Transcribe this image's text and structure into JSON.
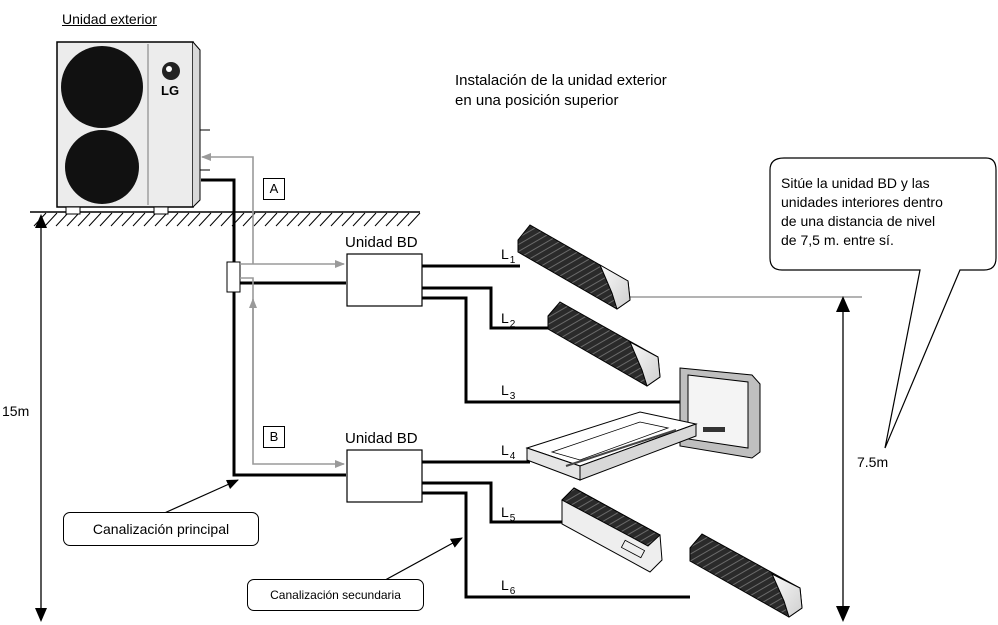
{
  "labels": {
    "outdoor_unit": "Unidad exterior",
    "installation_line1": "Instalación de la unidad exterior",
    "installation_line2": "en una posición superior",
    "bd_unit_top": "Unidad BD",
    "bd_unit_bottom": "Unidad BD",
    "height_15m": "15m",
    "height_7_5m": "7.5m",
    "main_piping": "Canalización principal",
    "branch_piping": "Canalización secundaria",
    "section_a": "A",
    "section_b": "B",
    "logo": "LG"
  },
  "callout": {
    "line1": "Sitúe la unidad BD y las",
    "line2": "unidades interiores dentro",
    "line3": "de una distancia de nivel",
    "line4": "de 7,5 m. entre sí."
  },
  "pipes": [
    {
      "letter": "L",
      "index": "1"
    },
    {
      "letter": "L",
      "index": "2"
    },
    {
      "letter": "L",
      "index": "3"
    },
    {
      "letter": "L",
      "index": "4"
    },
    {
      "letter": "L",
      "index": "5"
    },
    {
      "letter": "L",
      "index": "6"
    }
  ],
  "colors": {
    "pipe": "#000000",
    "flow_arrow": "#a0a0a0",
    "unit_dark": "#1a1a1a",
    "unit_body": "#f2f2f2"
  }
}
